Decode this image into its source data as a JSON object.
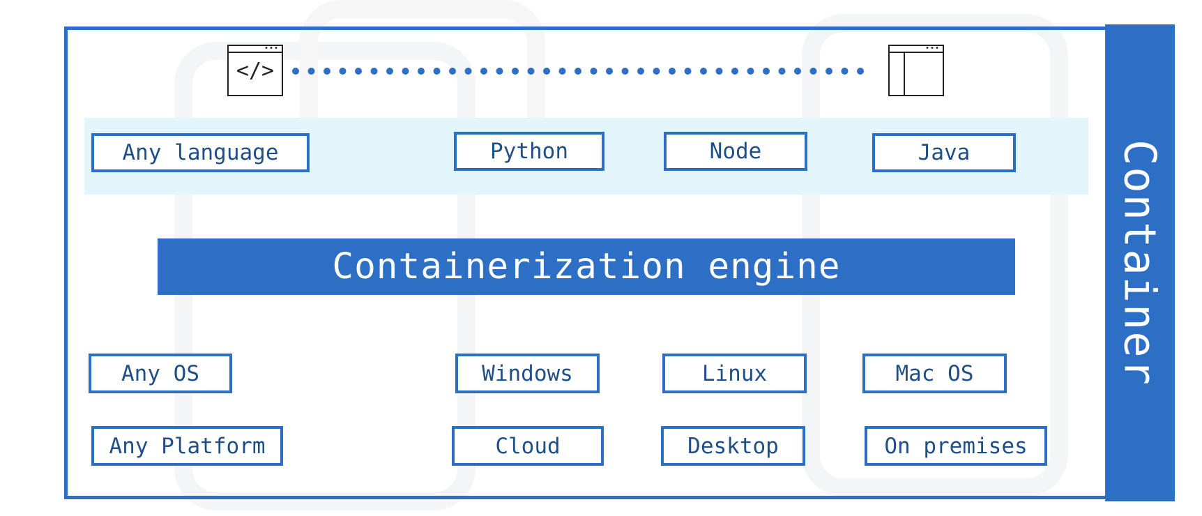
{
  "diagram": {
    "container_label": "Container",
    "engine_label": "Containerization engine",
    "languages": {
      "any_label": "Any language",
      "items": [
        "Python",
        "Node",
        "Java"
      ]
    },
    "os": {
      "any_label": "Any OS",
      "items": [
        "Windows",
        "Linux",
        "Mac OS"
      ]
    },
    "platforms": {
      "any_label": "Any Platform",
      "items": [
        "Cloud",
        "Desktop",
        "On premises"
      ]
    },
    "icons": {
      "left": "code-window-icon",
      "right": "app-window-icon",
      "connector": "dotted-line"
    },
    "colors": {
      "accent": "#2e6fc6",
      "band": "#e1f5fb",
      "text": "#1f4f86"
    }
  }
}
